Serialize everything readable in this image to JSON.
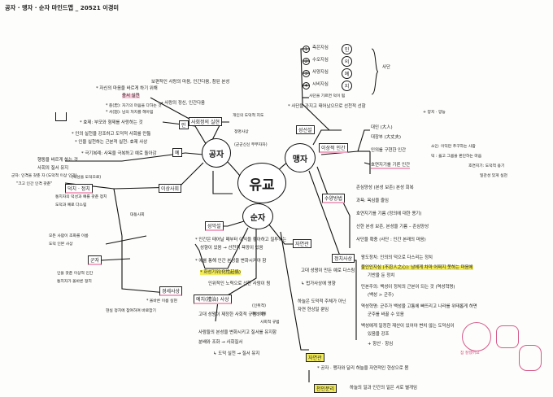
{
  "header": {
    "title": "공자 · 맹자 · 순자 마인드맵 _ 20521 이경미"
  },
  "center": {
    "label": "유교"
  },
  "nodes": {
    "confucius": "공자",
    "mencius": "맹자",
    "xunzi": "순자"
  },
  "confucius": {
    "in": "인",
    "ye": "예",
    "justice": "사회정의 실현",
    "justice_notes": [
      "개인의 도덕적 지도",
      "정명사상",
      "(군군신신 부부자자)"
    ],
    "in_notes": [
      "보편적인 사랑의 마음, 인간다움, 참된 본성",
      "* 자신의 마음을 바르게 하기 위해",
      "→ 사랑의 정신, 인간다움",
      "충서 실천",
      "* 충(忠): 자기의 마음을 다하는 것",
      "* 서(恕): 남의 처지를 헤아림",
      "* 효제: 부모와 형제를 사랑하는 것",
      "* 인의 실천을 강조하고 도덕적 사회를 만듦",
      "* 인을 실천하는 근본적 실천: 효제 사상"
    ],
    "ye_notes": [
      "* 극기복례: 사욕을 극복하고 예로 돌아감",
      "행동을 바르게 하는 것",
      "사회의 질서 유지",
      "군자: 인격을 갖춘 자 (도덕적 이상 인간)",
      "\"크고 인간 인격 갖춘\""
    ],
    "moral": "덕치 · 정치",
    "moral_notes": [
      "(백성을 도덕으로)",
      "통치자의 덕성과 예를 갖춘 정치",
      "도덕과 예로 다스림"
    ],
    "ideal": "이상사회",
    "ideal_notes": [
      "대동사회",
      "모든 사람이 조화를 이룸",
      "도덕 인본 사상"
    ],
    "gunja": "군자",
    "gunja_notes": [
      "인을 갖춘 이상적 인간",
      "통치자가 올바른 정치"
    ],
    "gyeongse": "경세사상",
    "gyeongse_notes": [
      "* 올바른 이름 실현",
      "현실 정치에 참여하여 바로잡기"
    ]
  },
  "mencius": {
    "four": [
      {
        "n": "1",
        "term": "측은지심",
        "char": "인"
      },
      {
        "n": "2",
        "term": "수오지심",
        "char": "의"
      },
      {
        "n": "3",
        "term": "사양지심",
        "char": "예"
      },
      {
        "n": "4",
        "term": "시비지심",
        "char": "지"
      }
    ],
    "four_note": "사단을 기르면 덕이 됨",
    "four_tag": "사단",
    "seonseol": "성선설",
    "seonseol_note": "* 사단을 가지고 태어났으므로 선천적 선함",
    "seonseol_tag": "+ 양지 · 양능",
    "ideal": "이상적 인간",
    "ideal_notes": [
      "대인 (大人)",
      "대장부 (大丈夫)",
      "인의를 구현한 인간",
      "호연지기를 기른 인간",
      "일관성 있게 실천"
    ],
    "ideal_side": [
      "소인: 이익만 추구하는 사람",
      "덕 : 옳고 그름을 판단하는 마음",
      "호연지기: 도덕적 용기"
    ],
    "cultivation": "수양방법",
    "cultivation_notes": [
      "존심양성 (본성 보존) 본성 회복",
      "과욕: 욕심을 줄임",
      "호연지기를 기름 (정의에 대한 용기)",
      "선한 본성 보존, 본성을 기름 – 존심양성",
      "사단을 확충 (사단 : 인간 본래의 마음)"
    ],
    "politics": "정치사상",
    "politics_notes": [
      "왕도정치: 인의의 덕으로 다스리는 정치",
      "불인인지심 (不忍人之心): 남에게 차마 어쩌지 못하는 마음에",
      "기반을 둔 정치",
      "민본주의: 백성이 정치의 근본이 되는 것 (역성혁명)",
      "(백성 > 군주)",
      "역성혁명: 군주가 백성을 고통에 빠뜨리고 나라를 위태롭게 하면",
      "군주를 바꿀 수 있음",
      "백성에게 일정한 재산이 있어야 변치 않는 도덕심이",
      "있음을 강조",
      "+ 항산 · 항심"
    ]
  },
  "xunzi": {
    "akseol": "성악설",
    "akseol_notes": [
      "* 인간은 태어날 때부터 이익을 좋아하고 질투하는",
      "성향이 있음 → 선천적 욕망이 있음",
      "* 예를 통해 인간 본성을 변화시켜야 함",
      "* 화성기위(化性起僞)",
      "인위적인 노력으로 선한 사람이 됨"
    ],
    "hwaseong": "화성기위",
    "hwaseong_notes": [
      "(인위적)",
      "사회적 규범"
    ],
    "yechi": "예치(禮治) 사상",
    "yechi_notes": [
      "고대 성왕이 제정한 사회적 규범 (예)",
      "사람들의 본성을 변화시키고 질서를 유지함",
      "분배와 조화 → 사회질서",
      "↳ 도덕 실천 → 질서 유지"
    ],
    "heaven": "자연관",
    "heaven_notes": [
      "고대 성왕이 만든 예로 다스림",
      "↳ 법가사상에 영향",
      "하늘은 도덕적 주체가 아닌",
      "자연 현상일 뿐임"
    ],
    "nature": "자연관",
    "nature_box": "천인분리",
    "nature_notes": [
      "* 공자 · 맹자와 달리 하늘을 자연적인 현상으로 봄",
      "하늘의 일과 인간의 일은 서로 별개임"
    ]
  },
  "stamp": {
    "caption": "참 잘했어요"
  }
}
